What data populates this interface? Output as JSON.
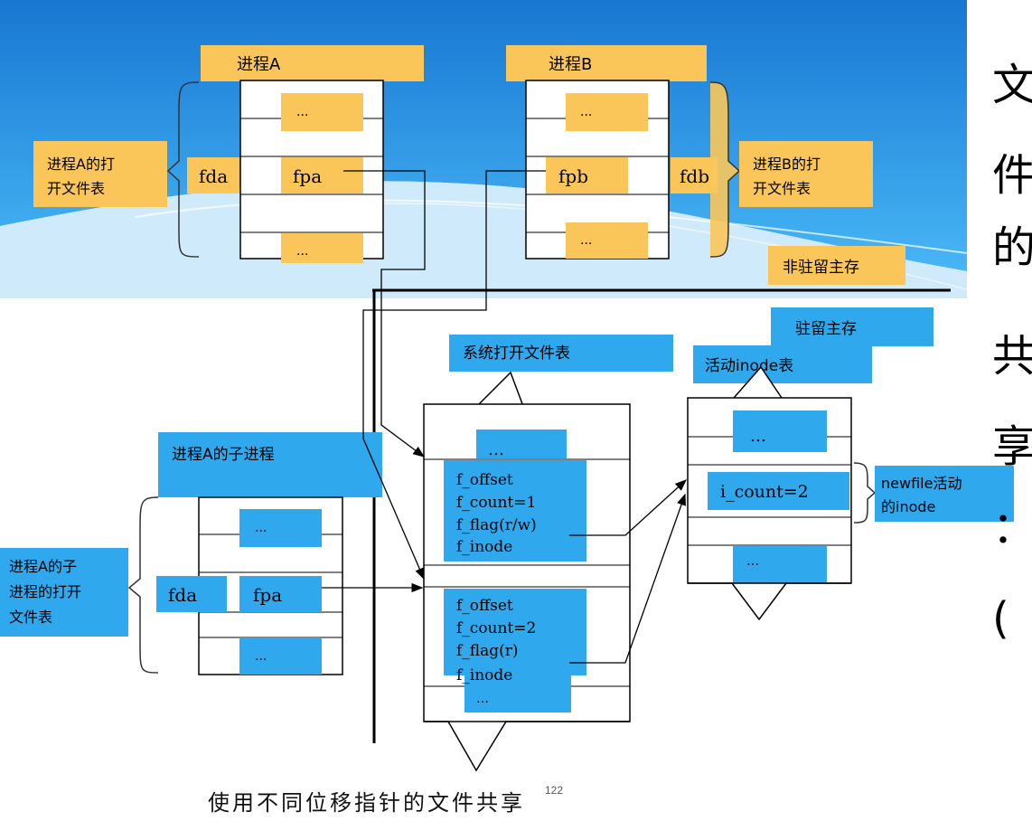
{
  "process_a": {
    "title": "进程A",
    "open_file_table": "进程A的打开文件表",
    "fd": "fda",
    "fp": "fpa",
    "ellipsis": "..."
  },
  "process_b": {
    "title": "进程B",
    "open_file_table": "进程B的打开文件表",
    "fd": "fdb",
    "fp": "fpb",
    "ellipsis": "..."
  },
  "region_labels": {
    "non_resident": "非驻留主存",
    "resident": "驻留主存"
  },
  "child_process": {
    "title": "进程A的子进程",
    "open_file_table": "进程A的子进程的打开文件表",
    "fd": "fda",
    "fp": "fpa"
  },
  "system_table": {
    "title": "系统打开文件表",
    "ellipsis_top": "…",
    "entry1": [
      "f_offset",
      "f_count=1",
      "f_flag(r/w)",
      "f_inode"
    ],
    "entry2": [
      "f_offset",
      "f_count=2",
      "f_flag(r)",
      "f_inode"
    ],
    "ellipsis_bottom": "…"
  },
  "inode_table": {
    "title": "活动inode表",
    "ellipsis_top": "…",
    "entry": "i_count=2",
    "ellipsis_bottom": "…",
    "annotation": [
      "newfile活动",
      "的inode"
    ]
  },
  "caption": "使用不同位移指针的文件共享",
  "page_number": "122",
  "cutoff_text": [
    "文",
    "件",
    "的",
    "共",
    "享",
    "：",
    "("
  ],
  "colors": {
    "orange": "#FAC65A",
    "blue": "#2FA8EE",
    "header_blue": "#1E90E0"
  }
}
